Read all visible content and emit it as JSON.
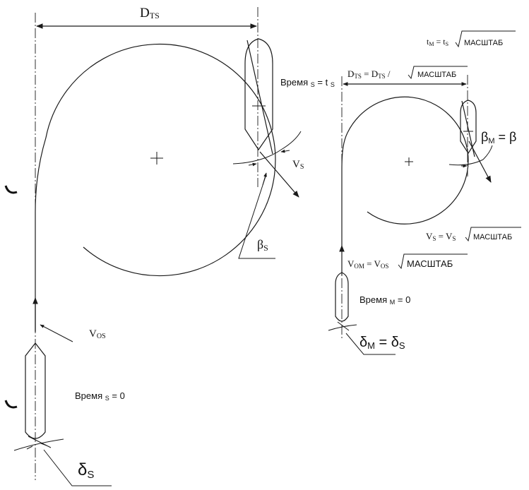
{
  "colors": {
    "ink": "#1a1a1a",
    "background": "#ffffff"
  },
  "fullscale": {
    "dim_label": "D",
    "dim_sub": "TS",
    "time_label": "Время",
    "time_sub": "S",
    "time_end_value": "= t",
    "time_end_sub": "S",
    "time_start_value": "= 0",
    "speed_label": "V",
    "speed_sub": "S",
    "approach_label": "V",
    "approach_sub": "OS",
    "drift_label": "β",
    "drift_sub": "S",
    "rudder_label": "δ",
    "rudder_sub": "S"
  },
  "model": {
    "time_scale": {
      "lhs": "t",
      "lhs_sub": "M",
      "eq": " = t",
      "eq_sub": "S",
      "scale": "МАСШТАБ"
    },
    "dim": {
      "lhs": "D",
      "lhs_sub": "TS",
      "eq": " = D",
      "eq_sub": "TS",
      "slash": " /",
      "scale": "МАСШТАБ"
    },
    "time_label": "Время",
    "time_sub": "M",
    "time_start_value": "= 0",
    "drift": {
      "lhs": "β",
      "lhs_sub": "M",
      "eq": " = β"
    },
    "speed": {
      "lhs": "V",
      "lhs_sub": "S",
      "eq": " = V",
      "eq_sub": "S",
      "scale": "МАСШТАБ"
    },
    "approach": {
      "lhs": "V",
      "lhs_sub": "OM",
      "eq": " = V",
      "eq_sub": "OS",
      "scale": "МАСШТАБ"
    },
    "rudder": {
      "lhs": "δ",
      "lhs_sub": "M",
      "eq": " = δ",
      "eq_sub": "S"
    }
  }
}
